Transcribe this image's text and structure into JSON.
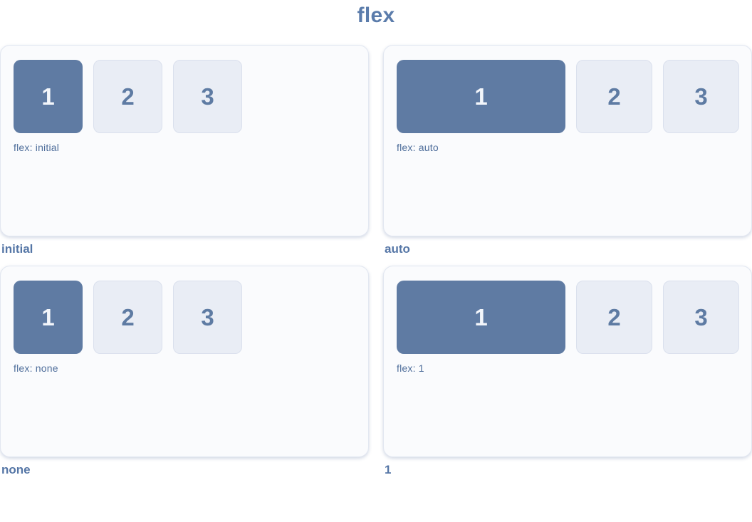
{
  "page": {
    "title": "flex"
  },
  "colors": {
    "title_text": "#5b7cab",
    "card_bg": "#fafbfd",
    "card_border": "#e2e7f1",
    "box_primary_bg": "#5f7ba3",
    "box_primary_text": "#f3f6fb",
    "box_secondary_bg": "#e9edf5",
    "box_secondary_border": "#dae0ed",
    "box_secondary_text": "#5e7ba3",
    "flex_label_text": "#4f6e9b",
    "caption_text": "#5576a6"
  },
  "demos": [
    {
      "caption": "initial",
      "flex_label": "flex: initial",
      "boxes": [
        "1",
        "2",
        "3"
      ],
      "item1_grows": false
    },
    {
      "caption": "auto",
      "flex_label": "flex: auto",
      "boxes": [
        "1",
        "2",
        "3"
      ],
      "item1_grows": true
    },
    {
      "caption": "none",
      "flex_label": "flex: none",
      "boxes": [
        "1",
        "2",
        "3"
      ],
      "item1_grows": false
    },
    {
      "caption": "1",
      "flex_label": "flex: 1",
      "boxes": [
        "1",
        "2",
        "3"
      ],
      "item1_grows": true
    }
  ]
}
